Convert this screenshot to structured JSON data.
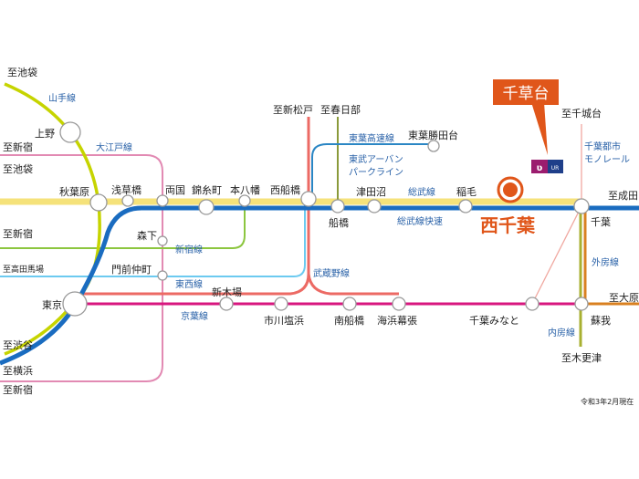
{
  "title": "西千葉",
  "callout": {
    "label": "千草台",
    "logo": "UR"
  },
  "colors": {
    "accent": "#e0561a",
    "yamanote": "#c6d400",
    "sobu": "#f5e27a",
    "sobu_rapid": "#1a6cc0",
    "oedo": "#e28ab3",
    "shinjuku": "#8cc63f",
    "tozai": "#6ccaf0",
    "musashino": "#ec6a64",
    "keiyo": "#d8177f",
    "toyo": "#2b86c4",
    "tobu": "#8a9a3a",
    "monorail": "#f0a8a0",
    "sotobo": "#d98020"
  },
  "lines": {
    "yamanote": "山手線",
    "oedo": "大江戸線",
    "toyo": "東葉高速線",
    "tobu1": "東武アーバン",
    "tobu2": "パークライン",
    "sobu": "総武線",
    "sobu_rapid": "総武線快速",
    "monorail1": "千葉都市",
    "monorail2": "モノレール",
    "shinjuku": "新宿線",
    "tozai": "東西線",
    "musashino": "武蔵野線",
    "sotobo": "外房線",
    "keiyo": "京葉線",
    "uchibo": "内房線"
  },
  "directions": {
    "ikebukuro1": "至池袋",
    "shinjuku1": "至新宿",
    "ikebukuro2": "至池袋",
    "shinmatsudo": "至新松戸",
    "kasukabe": "至春日部",
    "chishirodai": "至千城台",
    "narita": "至成田",
    "shinjuku2": "至新宿",
    "takadanobaba": "至高田馬場",
    "ohara": "至大原",
    "shibuya": "至渋谷",
    "yokohama": "至横浜",
    "kisarazu": "至木更津",
    "shinjuku3": "至新宿"
  },
  "stations": {
    "ueno": "上野",
    "akihabara": "秋葉原",
    "asakusabashi": "浅草橋",
    "ryogoku": "両国",
    "kinshicho": "錦糸町",
    "motoyawata": "本八幡",
    "nishifunabashi": "西船橋",
    "toyokatsutadai": "東葉勝田台",
    "funabashi": "船橋",
    "tsudanuma": "津田沼",
    "inage": "稲毛",
    "chiba": "千葉",
    "morishita": "森下",
    "monzennakacho": "門前仲町",
    "tokyo": "東京",
    "shinkiba": "新木場",
    "ichikawashiohama": "市川塩浜",
    "minamifunabashi": "南船橋",
    "kaihinmakuhari": "海浜幕張",
    "chibaminato": "千葉みなと",
    "soga": "蘇我"
  },
  "note": "令和3年2月現在"
}
